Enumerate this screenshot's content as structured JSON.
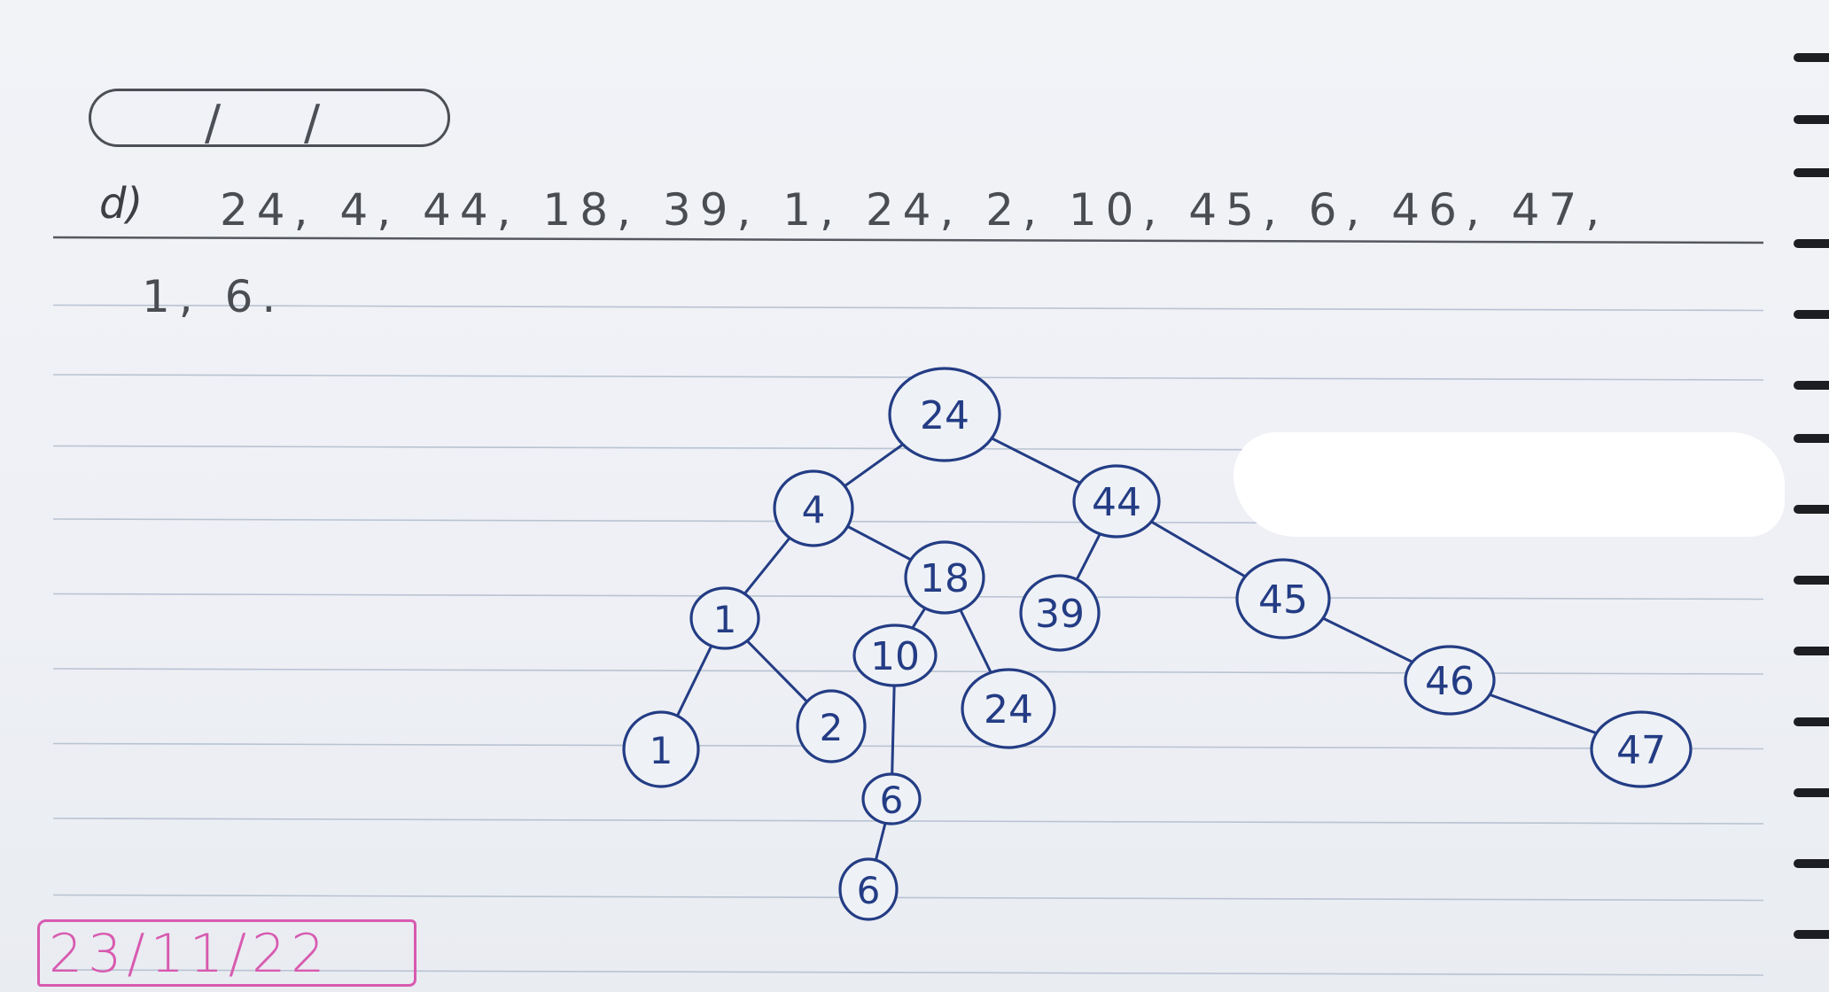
{
  "item_label": "d)",
  "date_field": {
    "separator": "/"
  },
  "sequence": {
    "line1": "24, 4, 44, 18, 39, 1, 24, 2, 10, 45, 6, 46, 47,",
    "line2": "1, 6."
  },
  "date_stamp": "23/11/22",
  "tree": {
    "nodes": [
      {
        "id": "n24a",
        "label": "24"
      },
      {
        "id": "n4",
        "label": "4"
      },
      {
        "id": "n44",
        "label": "44"
      },
      {
        "id": "n18",
        "label": "18"
      },
      {
        "id": "n39",
        "label": "39"
      },
      {
        "id": "n45",
        "label": "45"
      },
      {
        "id": "n1a",
        "label": "1"
      },
      {
        "id": "n10",
        "label": "10"
      },
      {
        "id": "n24b",
        "label": "24"
      },
      {
        "id": "n46",
        "label": "46"
      },
      {
        "id": "n1b",
        "label": "1"
      },
      {
        "id": "n2",
        "label": "2"
      },
      {
        "id": "n6a",
        "label": "6"
      },
      {
        "id": "n47",
        "label": "47"
      },
      {
        "id": "n6b",
        "label": "6"
      }
    ],
    "edges": [
      [
        "n24a",
        "n4"
      ],
      [
        "n24a",
        "n44"
      ],
      [
        "n4",
        "n1a"
      ],
      [
        "n4",
        "n18"
      ],
      [
        "n44",
        "n39"
      ],
      [
        "n44",
        "n45"
      ],
      [
        "n1a",
        "n1b"
      ],
      [
        "n1a",
        "n2"
      ],
      [
        "n18",
        "n10"
      ],
      [
        "n18",
        "n24b"
      ],
      [
        "n45",
        "n46"
      ],
      [
        "n46",
        "n47"
      ],
      [
        "n10",
        "n6a"
      ],
      [
        "n6a",
        "n6b"
      ]
    ]
  },
  "colors": {
    "ink": "#233c84",
    "pencil": "#4a4d52",
    "pink": "#d85ab0",
    "rule": "#b9c3d2",
    "margin_line": "#55585e"
  }
}
